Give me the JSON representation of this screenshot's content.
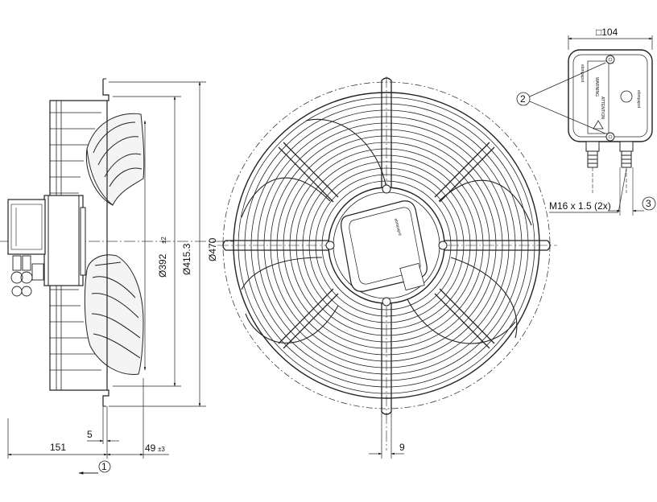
{
  "dimensions": {
    "side_view": {
      "depth_overall": "151",
      "flange_thickness": "5",
      "depth_front": "49",
      "depth_front_tol": "±3",
      "diameter_impeller": "Ø392",
      "diameter_impeller_tol": "±2",
      "diameter_pitch": "Ø415.3",
      "diameter_outer": "Ø470"
    },
    "front_view": {
      "hole_width": "9"
    },
    "terminal_box": {
      "width_square": "□104",
      "cable_gland": "M16 x 1.5 (2x)"
    }
  },
  "callouts": {
    "airflow": "1",
    "screws": "2",
    "gland_length": "3"
  },
  "label_text": {
    "brand": "ebmpapst",
    "warning": "WARNING",
    "attention": "ATTENTION"
  }
}
